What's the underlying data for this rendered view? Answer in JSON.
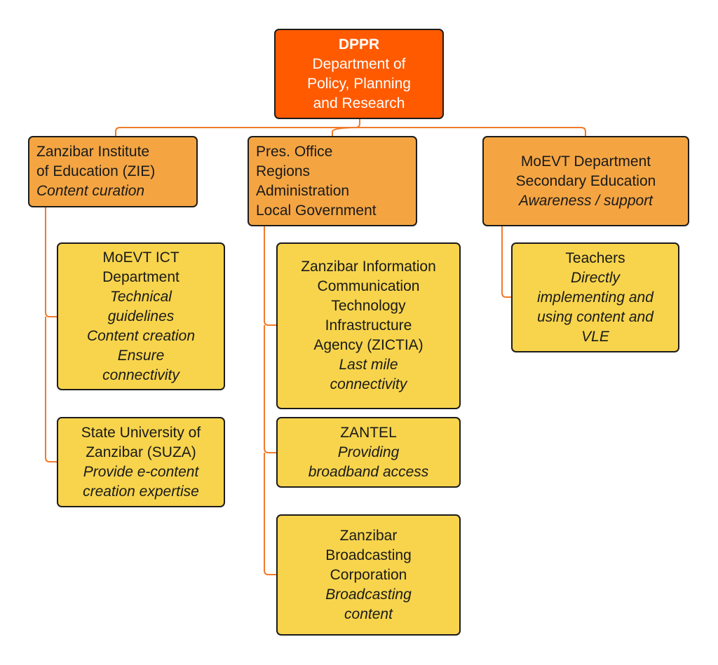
{
  "root": {
    "acronym": "DPPR",
    "lines": [
      "Department of",
      "Policy, Planning",
      "and Research"
    ]
  },
  "columns": [
    {
      "head": {
        "lines": [
          "Zanzibar Institute",
          "of Education (ZIE)"
        ],
        "roles": [
          "Content curation"
        ]
      },
      "children": [
        {
          "lines": [
            "MoEVT ICT",
            "Department"
          ],
          "roles": [
            "Technical",
            "guidelines",
            "Content creation",
            "Ensure",
            "connectivity"
          ]
        },
        {
          "lines": [
            "State University of",
            "Zanzibar (SUZA)"
          ],
          "roles": [
            "Provide e-content",
            "creation expertise"
          ]
        }
      ]
    },
    {
      "head": {
        "lines": [
          "Pres. Office",
          "Regions",
          "Administration",
          "Local Government"
        ],
        "roles": []
      },
      "children": [
        {
          "lines": [
            "Zanzibar Information",
            "Communication",
            "Technology",
            "Infrastructure",
            "Agency (ZICTIA)"
          ],
          "roles": [
            "Last mile",
            "connectivity"
          ]
        },
        {
          "lines": [
            "ZANTEL"
          ],
          "roles": [
            "Providing",
            "broadband access"
          ]
        },
        {
          "lines": [
            "Zanzibar",
            "Broadcasting",
            "Corporation"
          ],
          "roles": [
            "Broadcasting",
            "content"
          ]
        }
      ]
    },
    {
      "head": {
        "lines": [
          "MoEVT Department",
          "Secondary Education"
        ],
        "roles": [
          "Awareness / support"
        ]
      },
      "children": [
        {
          "lines": [
            "Teachers"
          ],
          "roles": [
            "Directly",
            "implementing and",
            "using content and",
            "VLE"
          ]
        }
      ]
    }
  ],
  "colors": {
    "root": "#ff5a00",
    "level1": "#f4a542",
    "level2": "#f7d44c",
    "connector": "#f07a2a",
    "border": "#1c1c1c"
  }
}
